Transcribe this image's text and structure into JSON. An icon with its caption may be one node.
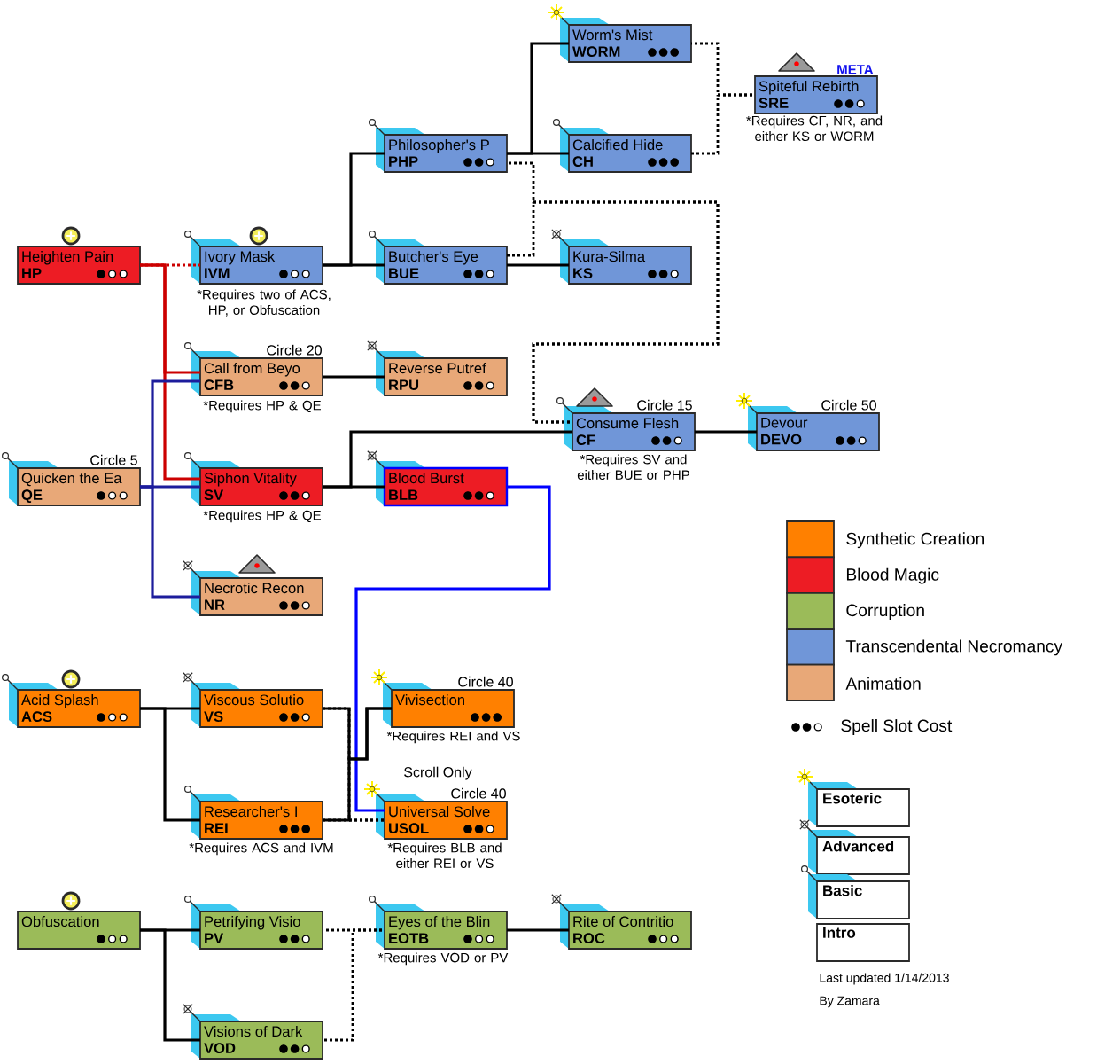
{
  "diagram": {
    "nodes": [
      {
        "text": [
          "Worm's Mist",
          "WORM"
        ]
      },
      {
        "text": [
          "Spiteful Rebirth",
          "SRE"
        ],
        "beside": [
          "META",
          "*Requires CF, NR, and either KS or WORM"
        ]
      },
      {
        "text": [
          "Philosopher's P",
          "PHP"
        ]
      },
      {
        "text": [
          "Calcified Hide",
          "CH"
        ]
      },
      {
        "text": [
          "Heighten Pain",
          "HP"
        ]
      },
      {
        "text": [
          "Ivory Mask",
          "IVM"
        ],
        "beside": [
          "*Requires two of ACS, HP, or Obfuscation"
        ]
      },
      {
        "text": [
          "Butcher's Eye",
          "BUE"
        ]
      },
      {
        "text": [
          "Kura-Silma",
          "KS"
        ]
      },
      {
        "text": [
          "Call from Beyo",
          "CFB"
        ],
        "beside": [
          "Circle 20",
          "*Requires HP & QE"
        ]
      },
      {
        "text": [
          "Reverse Putref",
          "RPU"
        ]
      },
      {
        "text": [
          "Consume Flesh",
          "CF"
        ],
        "beside": [
          "Circle 15",
          "*Requires SV and either BUE or PHP"
        ]
      },
      {
        "text": [
          "Devour",
          "DEVO"
        ],
        "beside": [
          "Circle 50"
        ]
      },
      {
        "text": [
          "Quicken the Ea",
          "QE"
        ],
        "beside": [
          "Circle 5"
        ]
      },
      {
        "text": [
          "Siphon Vitality",
          "SV"
        ],
        "beside": [
          "*Requires HP & QE"
        ]
      },
      {
        "text": [
          "Blood Burst",
          "BLB"
        ]
      },
      {
        "text": [
          "Necrotic Recon",
          "NR"
        ]
      },
      {
        "text": [
          "Acid Splash",
          "ACS"
        ]
      },
      {
        "text": [
          "Viscous Solutio",
          "VS"
        ]
      },
      {
        "text": [
          "Vivisection"
        ],
        "beside": [
          "Circle 40",
          "*Requires REI and VS"
        ]
      },
      {
        "text": [
          "Researcher's I",
          "REI"
        ],
        "beside": [
          "*Requires ACS and IVM"
        ]
      },
      {
        "text": [
          "Universal Solve",
          "USOL"
        ],
        "beside": [
          "Scroll Only",
          "Circle 40",
          "*Requires BLB and either REI or VS"
        ]
      },
      {
        "text": [
          "Obfuscation"
        ]
      },
      {
        "text": [
          "Petrifying Visio",
          "PV"
        ]
      },
      {
        "text": [
          "Eyes of the Blin",
          "EOTB"
        ],
        "beside": [
          "*Requires VOD or PV"
        ]
      },
      {
        "text": [
          "Rite of Contritio",
          "ROC"
        ]
      },
      {
        "text": [
          "Visions of Dark",
          "VOD"
        ]
      }
    ],
    "edges": [
      {
        "from": 4,
        "to": 5,
        "arrow": "none",
        "style": "dashed",
        "color": "#cc0000"
      },
      {
        "from": 4,
        "to": 8,
        "arrow": "none",
        "color": "#cc0000"
      },
      {
        "from": 4,
        "to": 13,
        "arrow": "none",
        "color": "#cc0000"
      },
      {
        "from": 5,
        "to": 2,
        "arrow": "none"
      },
      {
        "from": 5,
        "to": 6,
        "arrow": "none"
      },
      {
        "from": 2,
        "to": 0,
        "arrow": "none"
      },
      {
        "from": 2,
        "to": 3,
        "arrow": "none"
      },
      {
        "from": 0,
        "to": 1,
        "arrow": "none",
        "style": "dashed"
      },
      {
        "from": 3,
        "to": 1,
        "arrow": "none",
        "style": "dashed"
      },
      {
        "from": 6,
        "to": 7,
        "arrow": "none"
      },
      {
        "from": 2,
        "to": 10,
        "arrow": "none",
        "style": "dashed"
      },
      {
        "from": 6,
        "to": 10,
        "arrow": "none",
        "style": "dashed"
      },
      {
        "from": 13,
        "to": 10,
        "arrow": "none"
      },
      {
        "from": 13,
        "to": 14,
        "arrow": "none"
      },
      {
        "from": 10,
        "to": 11,
        "arrow": "none"
      },
      {
        "from": 8,
        "to": 9,
        "arrow": "none"
      },
      {
        "from": 12,
        "to": 8,
        "arrow": "none",
        "color": "#1c1c9c"
      },
      {
        "from": 12,
        "to": 13,
        "arrow": "none",
        "color": "#1c1c9c"
      },
      {
        "from": 12,
        "to": 15,
        "arrow": "none",
        "color": "#1c1c9c"
      },
      {
        "from": 14,
        "to": 20,
        "arrow": "none",
        "color": "#0000ff"
      },
      {
        "from": 16,
        "to": 17,
        "arrow": "none"
      },
      {
        "from": 16,
        "to": 19,
        "arrow": "none"
      },
      {
        "from": 17,
        "to": 18,
        "arrow": "none"
      },
      {
        "from": 19,
        "to": 18,
        "arrow": "none"
      },
      {
        "from": 19,
        "to": 20,
        "arrow": "none",
        "style": "dashed"
      },
      {
        "from": 17,
        "to": 20,
        "arrow": "none",
        "style": "dashed"
      },
      {
        "from": 21,
        "to": 22,
        "arrow": "none"
      },
      {
        "from": 21,
        "to": 25,
        "arrow": "none"
      },
      {
        "from": 22,
        "to": 23,
        "arrow": "none",
        "style": "dashed"
      },
      {
        "from": 25,
        "to": 23,
        "arrow": "none",
        "style": "dashed"
      },
      {
        "from": 23,
        "to": 24,
        "arrow": "none"
      }
    ],
    "labels": [
      "Last updated 1/14/2013",
      "By Zamara"
    ],
    "legend": [
      {
        "text": "Synthetic Creation",
        "color": "#ff8000"
      },
      {
        "text": "Blood Magic",
        "color": "#ed1c24"
      },
      {
        "text": "Corruption",
        "color": "#9bbb59"
      },
      {
        "text": "Transcendental Necromancy",
        "color": "#7096d8"
      },
      {
        "text": "Animation",
        "color": "#e8a878"
      },
      {
        "text": "Spell Slot Cost"
      },
      {
        "text": "Esoteric"
      },
      {
        "text": "Advanced"
      },
      {
        "text": "Basic"
      },
      {
        "text": "Intro"
      }
    ]
  }
}
